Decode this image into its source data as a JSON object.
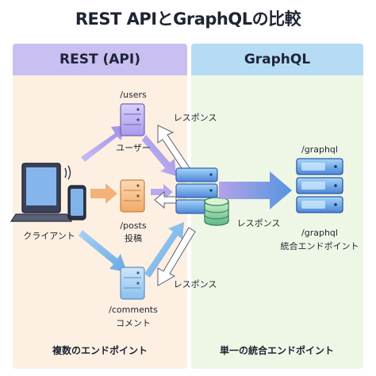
{
  "title": "REST APIとGraphQLの比較",
  "rest": {
    "header": "REST (API)",
    "client_label": "クライアント",
    "endpoints": [
      {
        "path": "/users",
        "name": "ユーザー"
      },
      {
        "path": "/posts",
        "name": "投稿"
      },
      {
        "path": "/comments",
        "name": "コメント"
      }
    ],
    "response_label_top": "レスポンス",
    "response_label_bottom": "レスポンス",
    "footer": "複数のエンドポイント"
  },
  "graphql": {
    "header": "GraphQL",
    "endpoint_path_top": "/graphql",
    "endpoint_path_bottom": "/graphql",
    "endpoint_name": "統合エンドポイント",
    "response_label": "レスポンス",
    "footer": "単一の統合エンドポイント"
  },
  "colors": {
    "rest_panel": "#fdf0e2",
    "rest_header": "#c9bff0",
    "graphql_panel": "#eef7e6",
    "graphql_header": "#b5dcf4",
    "arrow_purple": "#a99be8",
    "arrow_orange": "#f2b27a",
    "arrow_blue": "#88bde8"
  }
}
